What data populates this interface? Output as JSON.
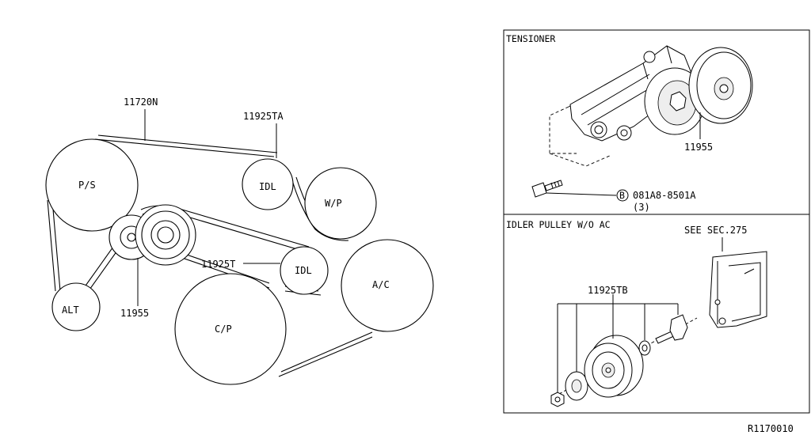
{
  "pulleys": {
    "ps": "P/S",
    "alt": "ALT",
    "idl_top": "IDL",
    "idl_lower": "IDL",
    "wp": "W/P",
    "ac": "A/C",
    "cp": "C/P"
  },
  "callouts": {
    "belt": "11720N",
    "idler_top": "11925TA",
    "idler_lower": "11925T",
    "tensioner_main": "11955"
  },
  "tensioner_panel": {
    "title": "TENSIONER",
    "part_number": "11955",
    "bolt_marker": "B",
    "bolt_part": "081A8-8501A",
    "bolt_qty": "(3)"
  },
  "idler_panel": {
    "title": "IDLER PULLEY W/O AC",
    "see_section": "SEE SEC.275",
    "part_number": "11925TB"
  },
  "reference_code": "R1170010"
}
